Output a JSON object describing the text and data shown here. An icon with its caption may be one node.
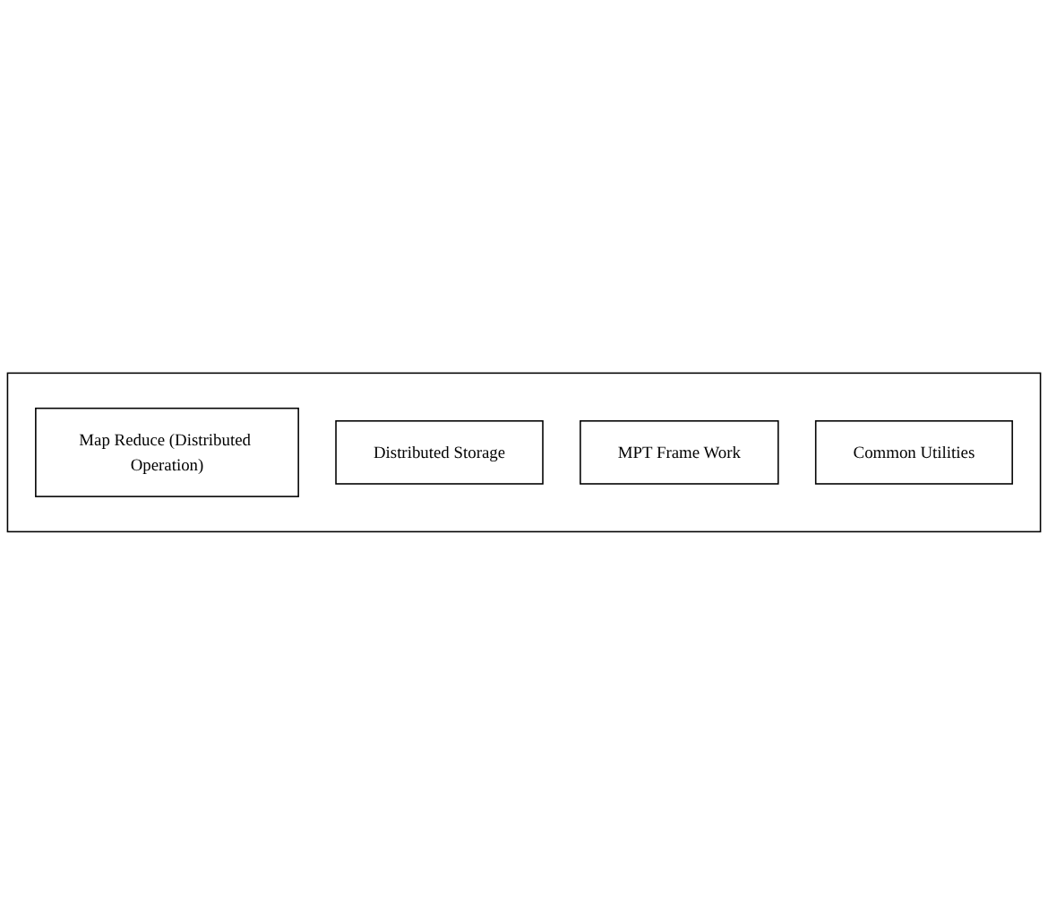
{
  "diagram": {
    "nodes": [
      {
        "text": [],
        "shape": "box"
      },
      {
        "text": [
          "Map Reduce (Distributed Operation)"
        ],
        "in": 0
      },
      {
        "text": [
          "Distributed Storage"
        ],
        "in": 0
      },
      {
        "text": [
          "MPT Frame Work"
        ],
        "in": 0
      },
      {
        "text": [
          "Common Utilities"
        ],
        "in": 0
      }
    ]
  }
}
